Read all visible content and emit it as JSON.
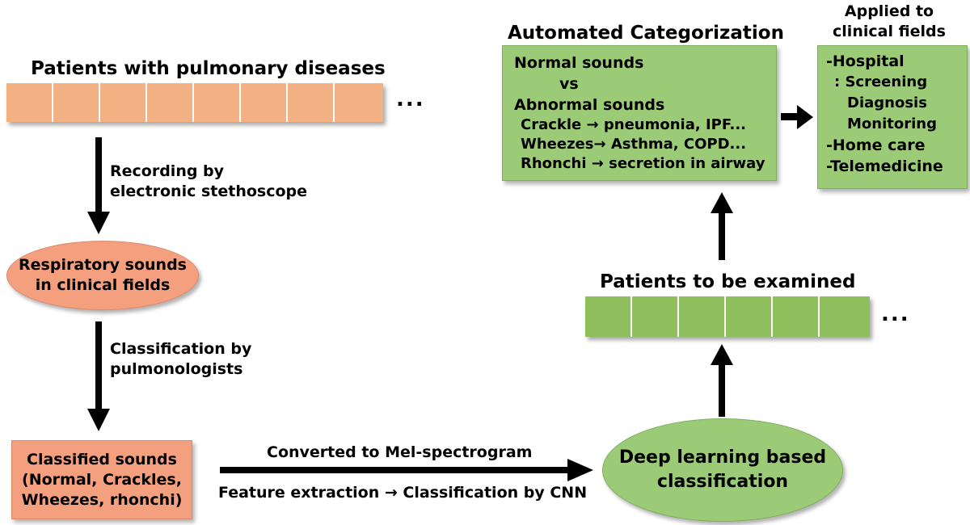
{
  "top_left": {
    "title": "Patients with pulmonary diseases",
    "ellipsis": "..."
  },
  "step1": {
    "line1": "Recording by",
    "line2": "electronic stethoscope"
  },
  "respiratory": {
    "line1": "Respiratory sounds",
    "line2": "in clinical fields"
  },
  "step2": {
    "line1": "Classification by",
    "line2": "pulmonologists"
  },
  "classified": {
    "line1": "Classified sounds",
    "line2": "(Normal, Crackles,",
    "line3": "Wheezes, rhonchi)"
  },
  "conversion": {
    "top": "Converted to Mel-spectrogram",
    "bottom": "Feature extraction → Classification by CNN"
  },
  "deep_learning": {
    "line1": "Deep learning based",
    "line2": "classification"
  },
  "examined": {
    "title": "Patients to be examined",
    "ellipsis": "..."
  },
  "categorization": {
    "title": "Automated Categorization",
    "lines": [
      "Normal sounds",
      "vs",
      "Abnormal sounds",
      "Crackle  → pneumonia, IPF...",
      "Wheezes→ Asthma, COPD...",
      "Rhonchi  → secretion in airway"
    ]
  },
  "applied": {
    "title_line1": "Applied to",
    "title_line2": "clinical fields",
    "lines": [
      "-Hospital",
      ": Screening",
      "Diagnosis",
      "Monitoring",
      "-Home care",
      "-Telemedicine"
    ]
  },
  "colors": {
    "orange_fill": "#f4a07f",
    "strip_orange": "#f4b183",
    "green_fill": "#9ccb78",
    "strip_green": "#8fbf5c"
  }
}
